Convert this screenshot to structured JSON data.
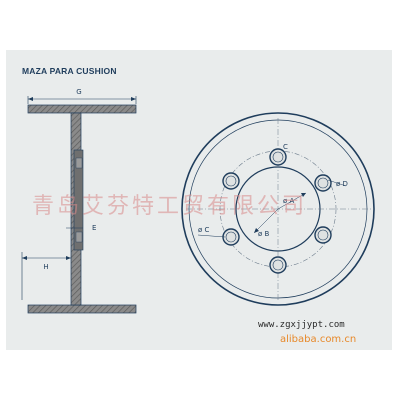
{
  "title": "MAZA PARA CUSHION",
  "dimensions": {
    "g": "G",
    "e": "E",
    "h": "H",
    "a": "ø A",
    "b": "ø B",
    "c_top": "C",
    "c_left": "ø C",
    "d": "ø D"
  },
  "watermarks": {
    "chinese": "青岛艾芬特工贸有限公司",
    "url": "www.zgxjjypt.com",
    "alibaba": "alibaba.com.cn"
  },
  "colors": {
    "background": "#e9ecec",
    "line": "#1f3d5c",
    "section_fill": "#7a7a7a",
    "centerline": "#6a7a8a",
    "watermark_red": "#d88a8a",
    "watermark_orange": "#e8892a"
  }
}
